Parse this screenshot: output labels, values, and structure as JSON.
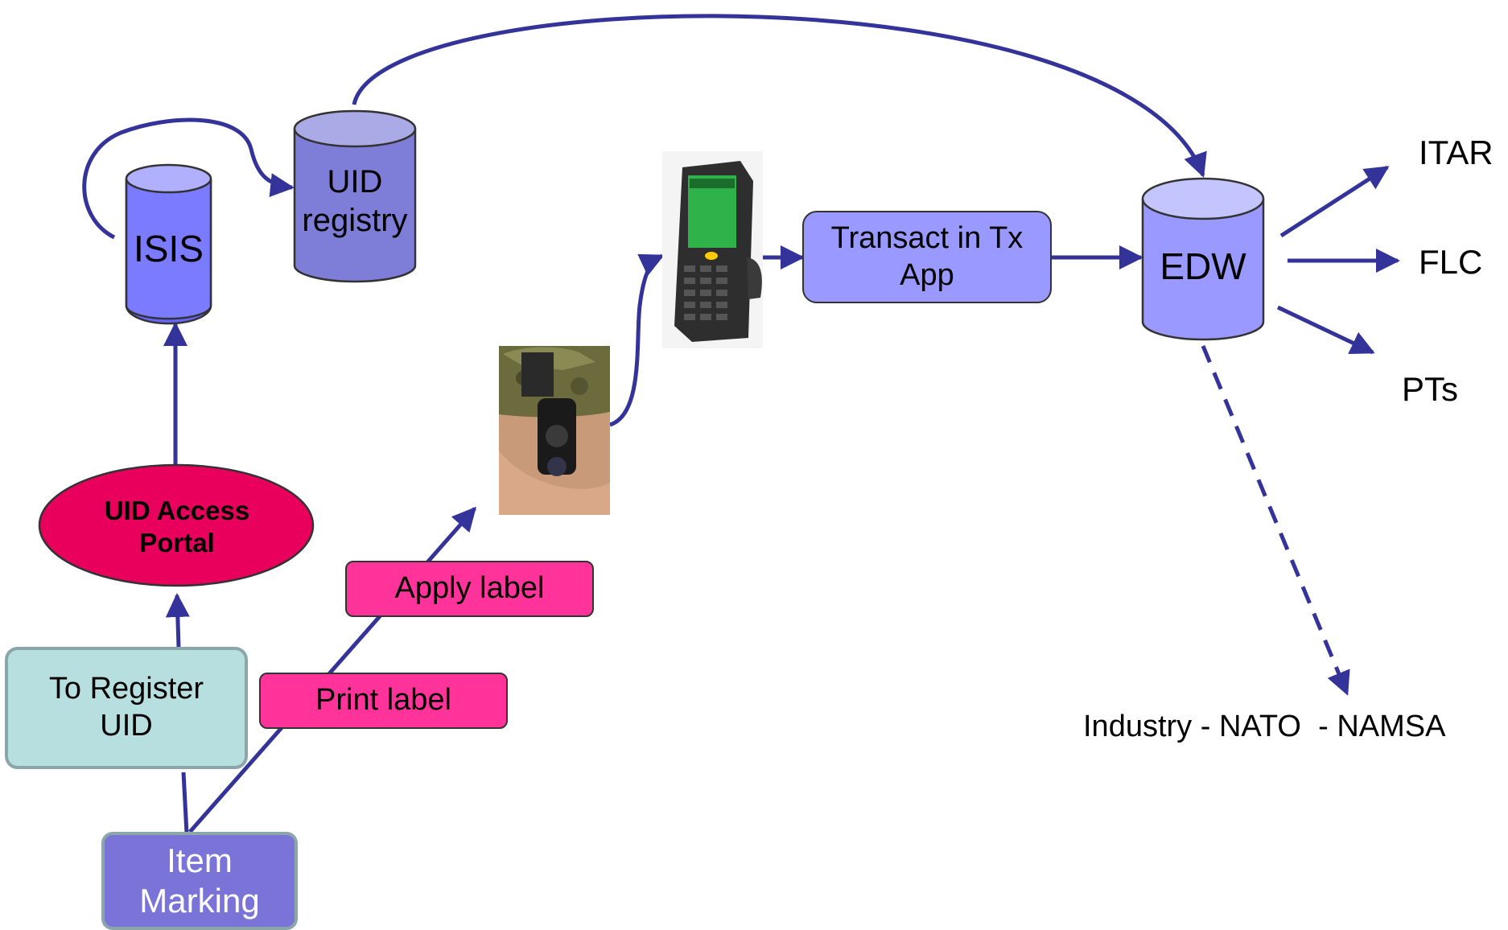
{
  "nodes": {
    "isis": "ISIS",
    "uid_registry": "UID\nregistry",
    "uid_access_portal": "UID Access\nPortal",
    "to_register_uid": "To Register\nUID",
    "item_marking": "Item\nMarking",
    "print_label": "Print label",
    "apply_label": "Apply label",
    "transact": "Transact in Tx\nApp",
    "edw": "EDW"
  },
  "outputs": {
    "itar": "ITAR",
    "flc": "FLC",
    "pts": "PTs",
    "industry": "Industry - NATO  - NAMSA"
  },
  "icons": {
    "soldier_photo": "soldier-night-vision-photo",
    "handheld_scanner": "handheld-scanner-photo"
  },
  "colors": {
    "arrow": "#33339a",
    "db_fill": "#9999ff",
    "db_top": "#c4c4ff",
    "registry_fill": "#7e7ed8",
    "portal_fill": "#e8005c",
    "register_fill": "#b8dfe0",
    "marking_fill": "#7b74d8",
    "label_fill": "#ff3399",
    "transact_fill": "#9999ff"
  }
}
